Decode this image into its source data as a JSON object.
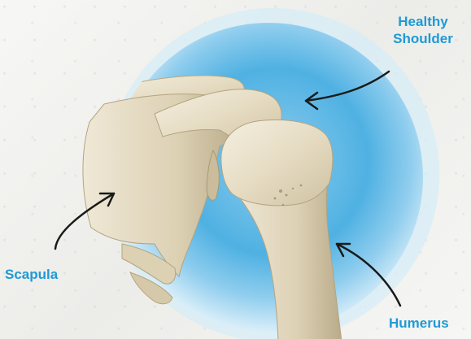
{
  "labels": {
    "healthy_shoulder": [
      "Healthy",
      "Shoulder"
    ],
    "scapula": "Scapula",
    "humerus": "Humerus"
  },
  "colors": {
    "label": "#1e9ad6",
    "circle_light": "#cfe9f7",
    "circle_dark": "#3aa6dc",
    "bone": "#e7dfc9",
    "arrow": "#1a1a1a"
  }
}
